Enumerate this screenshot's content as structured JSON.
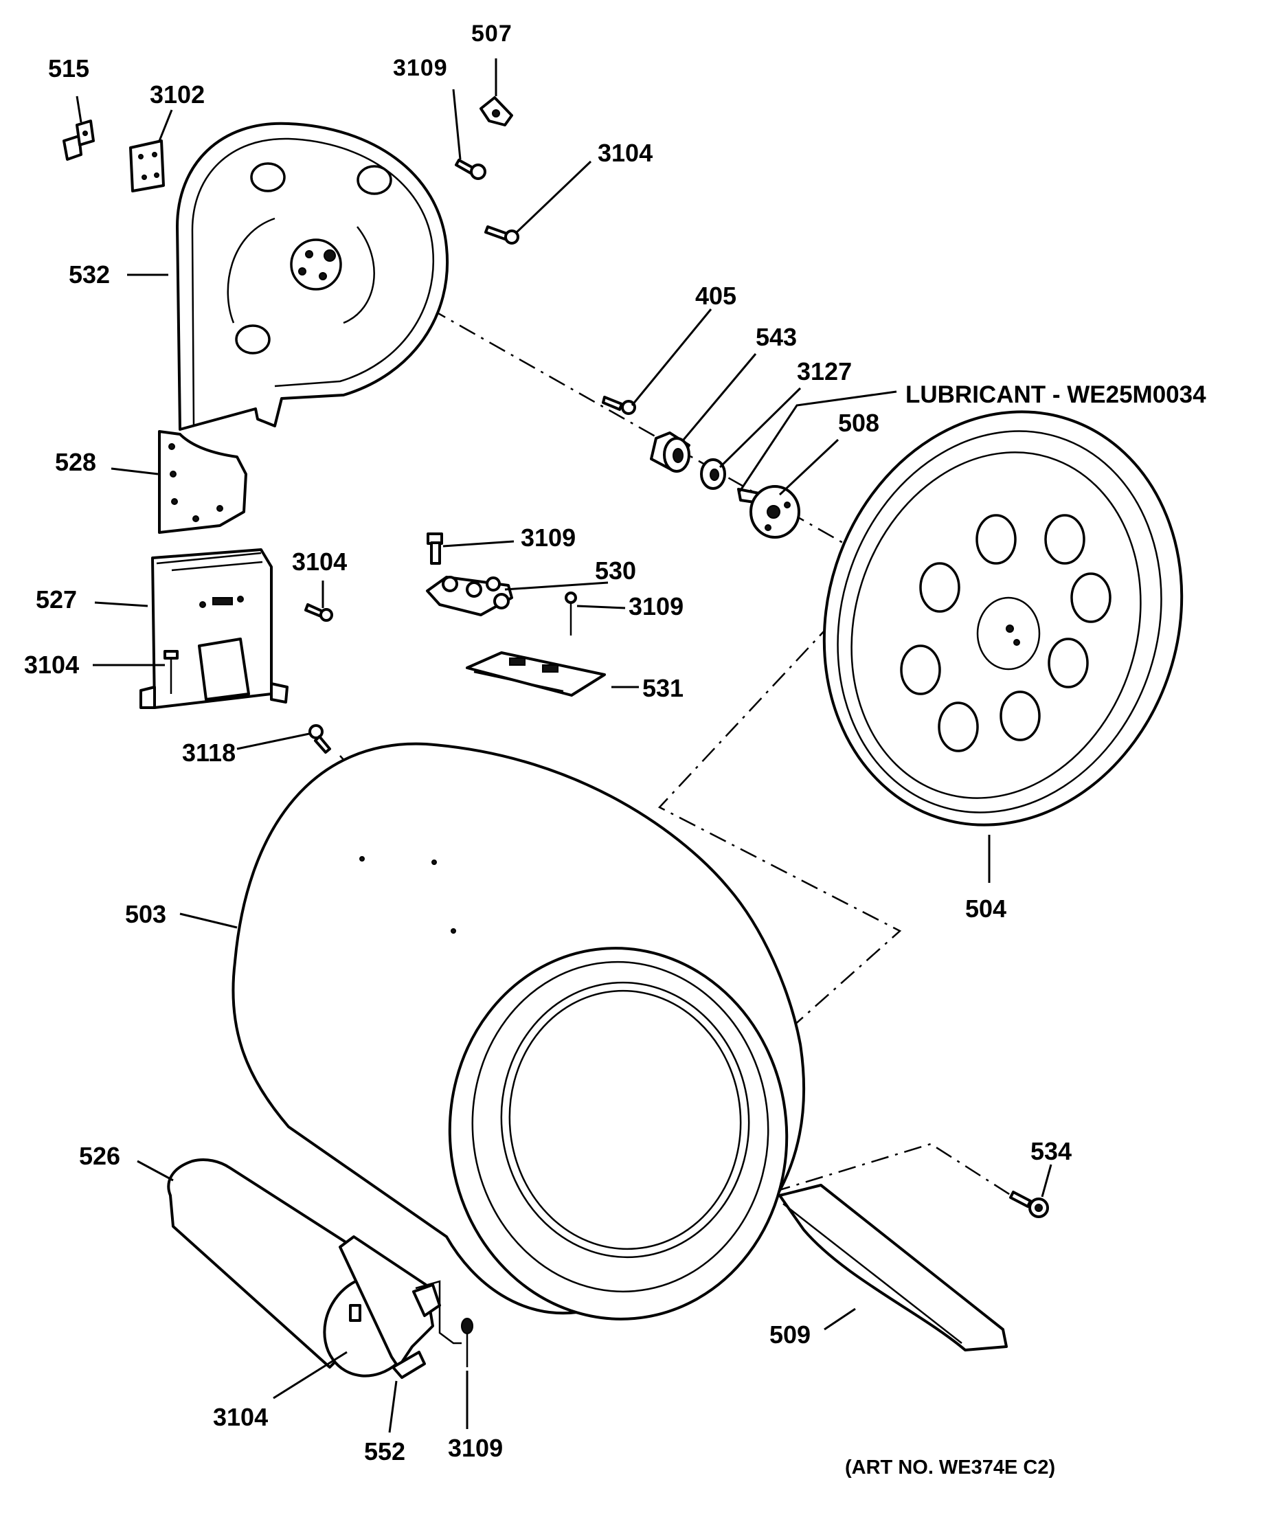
{
  "labels": {
    "l515": "515",
    "l3102": "3102",
    "l3109_top": "3109",
    "l507": "507",
    "l3104_top": "3104",
    "l532": "532",
    "l405": "405",
    "l543": "543",
    "l3127": "3127",
    "l508": "508",
    "lubricant": "LUBRICANT - WE25M0034",
    "l528": "528",
    "l3109_mid": "3109",
    "l530": "530",
    "l3109_right": "3109",
    "l527": "527",
    "l3104_bracket": "3104",
    "l3104_left": "3104",
    "l531": "531",
    "l3118": "3118",
    "l503": "503",
    "l504": "504",
    "l526": "526",
    "l534": "534",
    "l509": "509",
    "l3104_bottom": "3104",
    "l552": "552",
    "l3109_bottom": "3109",
    "art_no": "(ART NO. WE374E C2)"
  },
  "colors": {
    "line": "#000000",
    "background": "#ffffff"
  }
}
